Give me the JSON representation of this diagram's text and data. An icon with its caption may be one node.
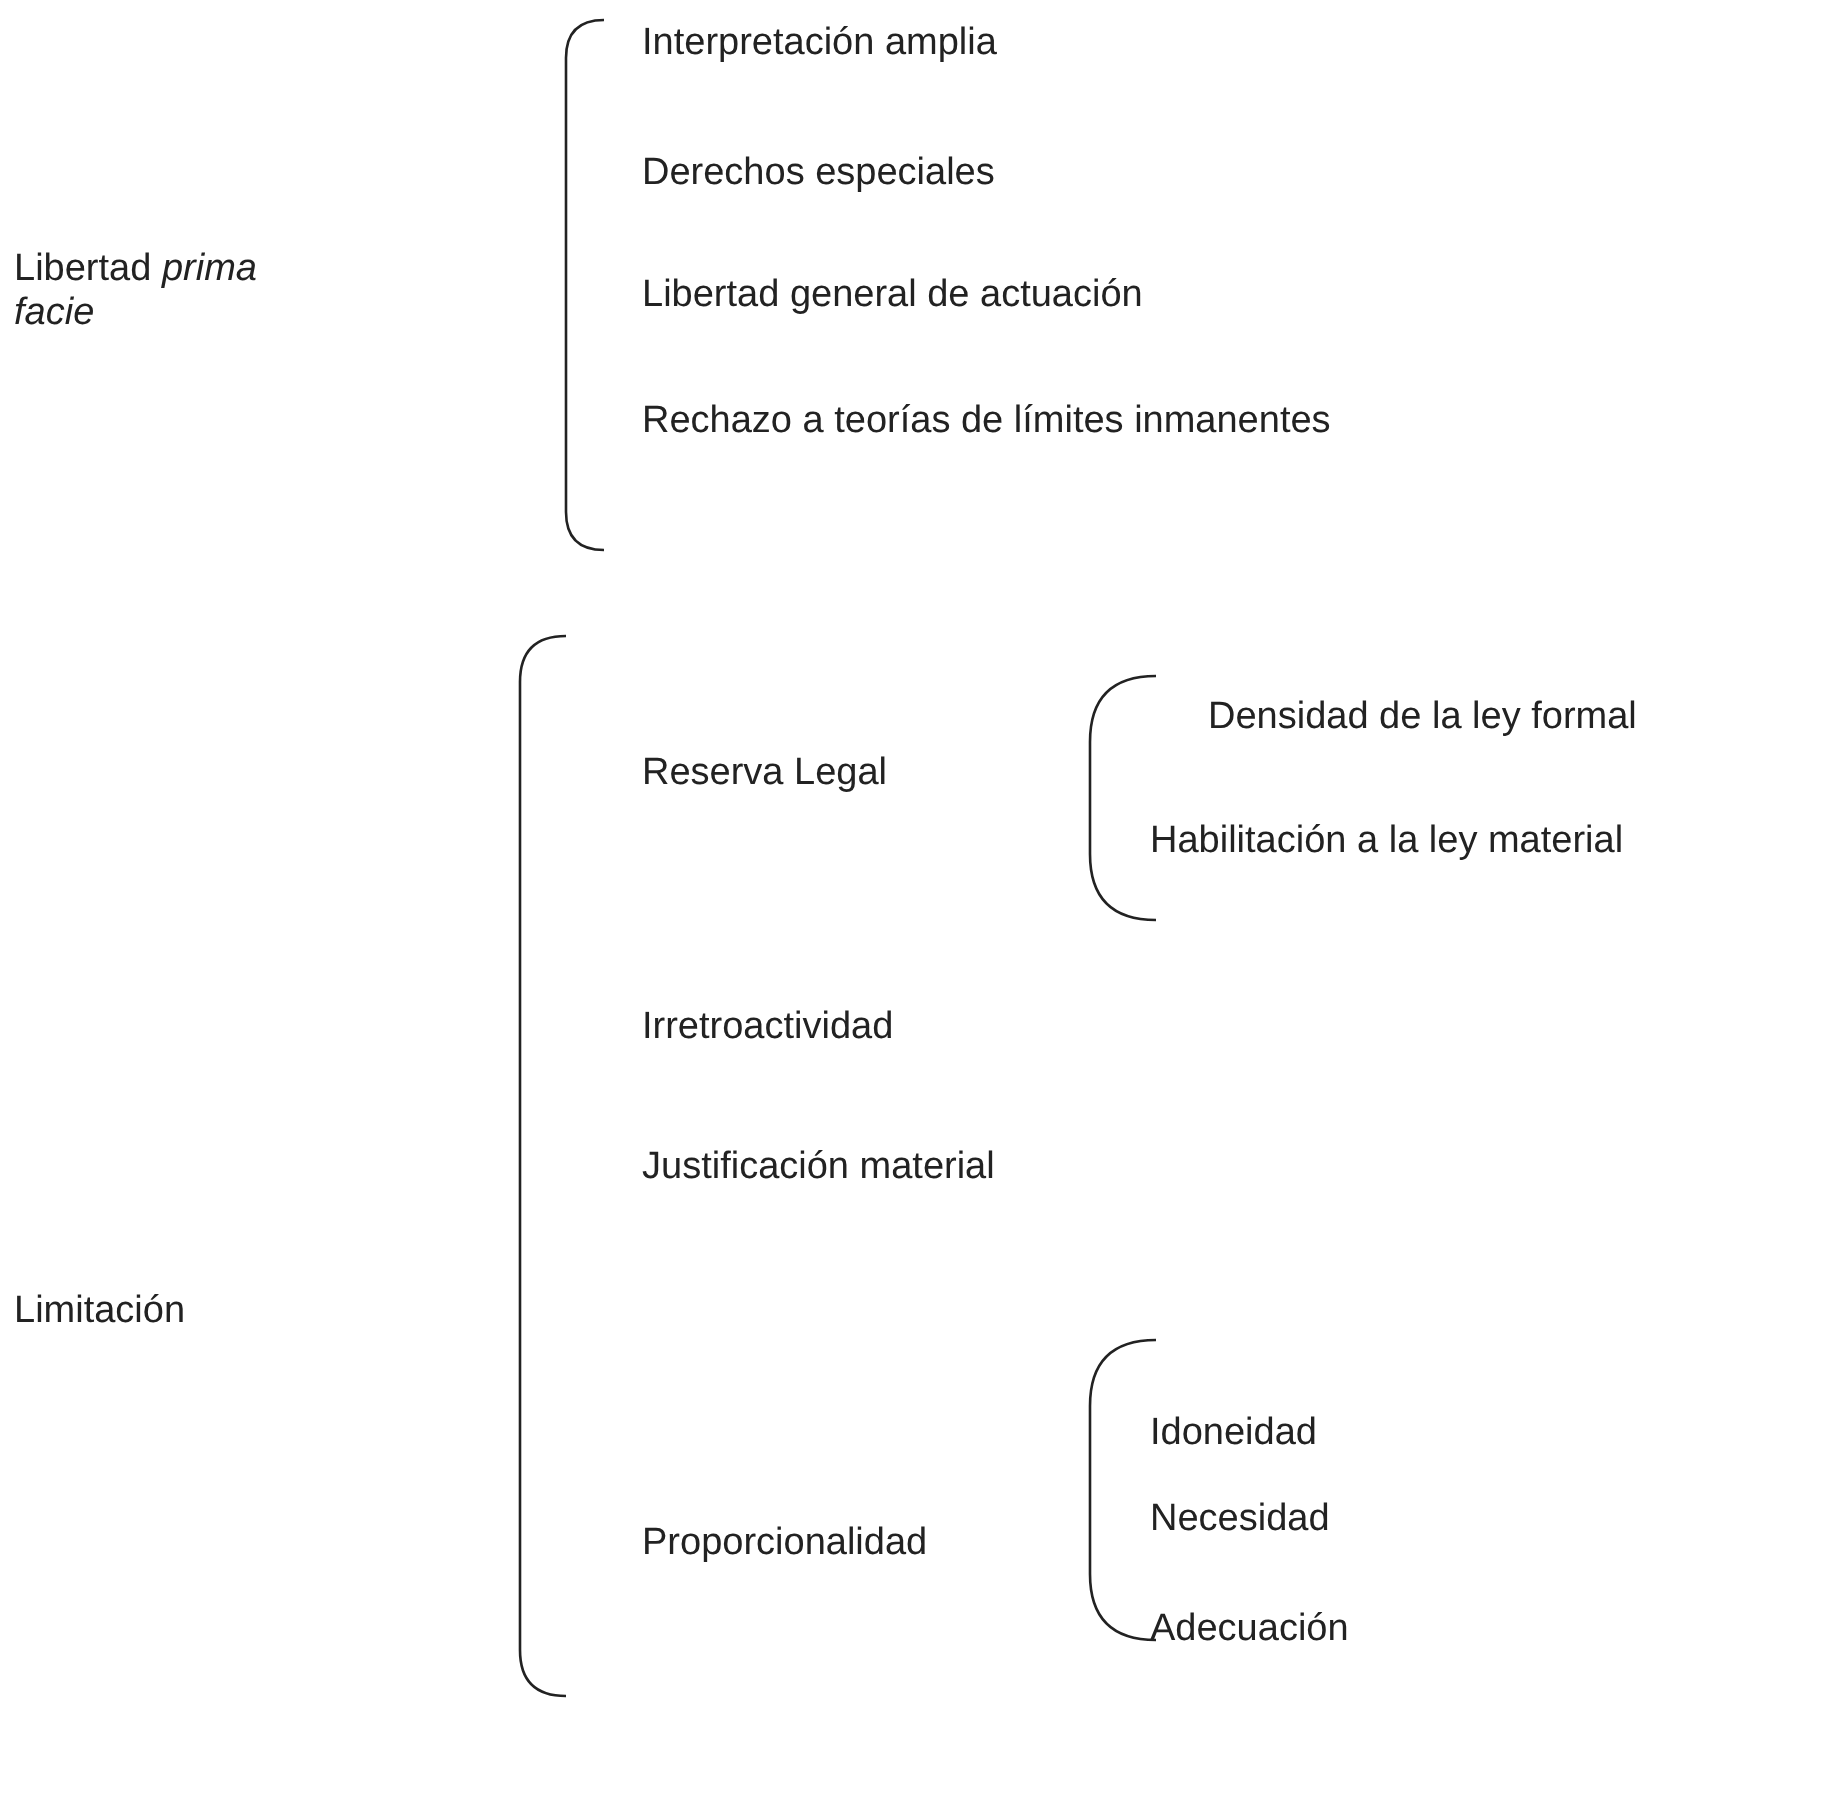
{
  "diagram": {
    "labels": [
      "Libertad *prima facie*",
      "Interpretación amplia",
      "Derechos especiales",
      "Libertad general de actuación",
      "Rechazo a teorías de límites inmanentes",
      "Densidad de la ley formal",
      "Reserva Legal",
      "Habilitación a la ley material",
      "Irretroactividad",
      "Justificación material",
      "Limitación",
      "Idoneidad",
      "Proporcionalidad",
      "Necesidad",
      "Adecuación"
    ]
  }
}
